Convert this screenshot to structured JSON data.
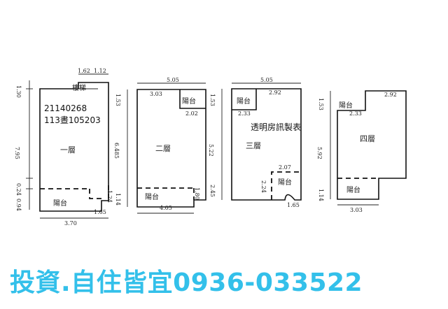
{
  "overlay": {
    "case_id": "21140268",
    "reference": "113晝105203",
    "watermark": "透明房訊製表"
  },
  "footer": {
    "slogan": "投資.自住皆宜0936-033522"
  },
  "floors": [
    {
      "name": "一層",
      "balcony": "陽台",
      "top_room": "樓梯",
      "dims": {
        "top_left": "1.62",
        "top_right": "1.12",
        "side_top": "1.30",
        "side_main": "7.95",
        "side_mid": "0.24",
        "side_bottom": "0.94",
        "right_a": "1.24",
        "right_b": "1.65",
        "bottom": "3.70"
      }
    },
    {
      "name": "二層",
      "balcony": "陽台",
      "dims": {
        "top": "5.05",
        "inner_top": "3.03",
        "side_top": "1.53",
        "side_main": "6.485",
        "side_bottom": "1.14",
        "notch": "2.02",
        "right": "1.80",
        "bottom": "4.05"
      }
    },
    {
      "name": "三層",
      "balcony": "陽台",
      "top_room": "陽台",
      "dims": {
        "top": "5.05",
        "inner_top": "2.92",
        "notch_w": "2.33",
        "side_top": "1.53",
        "side_main": "5.22",
        "side_bottom": "2.45",
        "corner_a": "2.07",
        "corner_b": "2.24",
        "corner_c": "1.65"
      }
    },
    {
      "name": "四層",
      "balcony": "陽台",
      "top_room": "陽台",
      "dims": {
        "top": "2.92",
        "inner": "2.33",
        "side_top": "1.53",
        "side_main": "5.92",
        "side_bottom": "1.14",
        "bottom": "3.03"
      }
    }
  ]
}
